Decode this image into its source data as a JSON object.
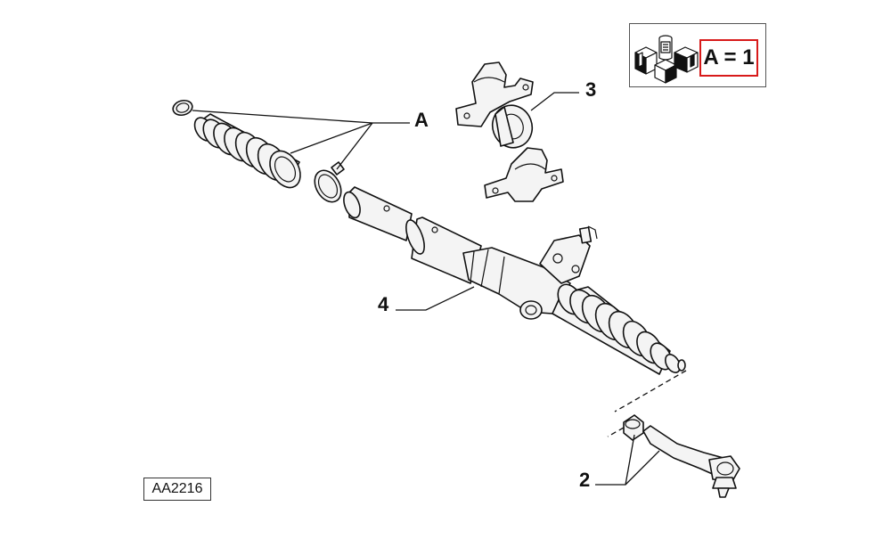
{
  "diagram": {
    "callouts": {
      "a": "A",
      "three": "3",
      "four": "4",
      "two": "2"
    },
    "legend": {
      "text": "A = 1",
      "highlight_color": "#d81a1a",
      "icon": "parts-kit-icon"
    },
    "reference_code": "AA2216",
    "line_color": "#111111",
    "part_fill": "#f4f4f4"
  }
}
